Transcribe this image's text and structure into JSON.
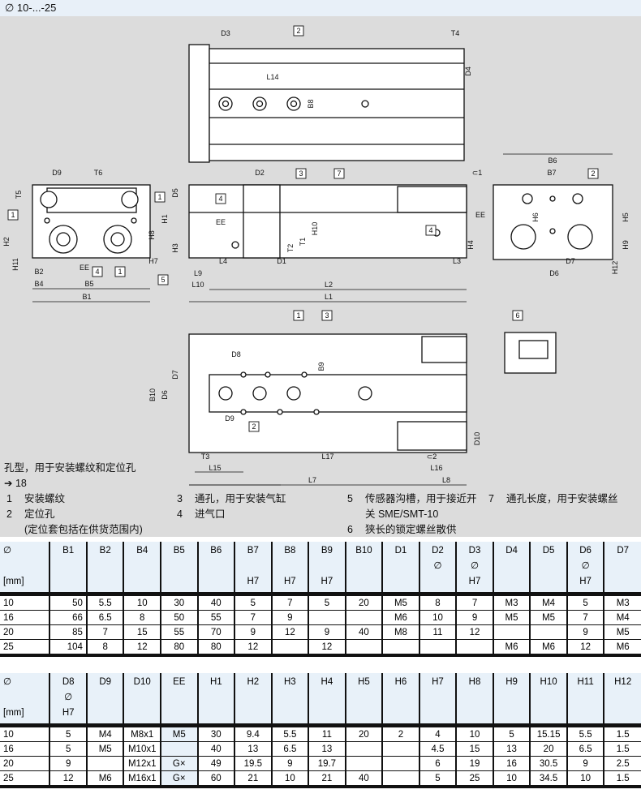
{
  "header": {
    "title": "∅ 10-...-25"
  },
  "drawing": {
    "dim_labels": [
      "D3",
      "T4",
      "D4",
      "L14",
      "B8",
      "D9",
      "T6",
      "T5",
      "H1",
      "H2",
      "H8",
      "H11",
      "H7",
      "B2",
      "EE",
      "B4",
      "B5",
      "B1",
      "D5",
      "D2",
      "⊂1",
      "EE",
      "H10",
      "T1",
      "T2",
      "H3",
      "EE",
      "H4",
      "L4",
      "D1",
      "L3",
      "L9",
      "L10",
      "L2",
      "L1",
      "B6",
      "B7",
      "H6",
      "H5",
      "H9",
      "D7",
      "H12",
      "D6",
      "D8",
      "B9",
      "D7",
      "B10",
      "D6",
      "D9",
      "D10",
      "T3",
      "L17",
      "⊂2",
      "L15",
      "L16",
      "L7",
      "L8"
    ],
    "callouts": [
      "2",
      "3",
      "7",
      "1",
      "1",
      "4",
      "4",
      "4",
      "1",
      "5",
      "2",
      "1",
      "3",
      "6",
      "2"
    ]
  },
  "hole_pattern": {
    "title": "孔型，用于安装螺纹和定位孔",
    "ref": "➔ 18"
  },
  "legend": [
    {
      "num": "1",
      "text": "安装螺纹"
    },
    {
      "num": "2",
      "text": "定位孔",
      "note": "(定位套包括在供货范围内)"
    },
    {
      "num": "3",
      "text": "通孔，用于安装气缸"
    },
    {
      "num": "4",
      "text": "进气口"
    },
    {
      "num": "5",
      "text": "传感器沟槽，用于接近开",
      "text2": "关 SME/SMT-10"
    },
    {
      "num": "6",
      "text": "狭长的锁定螺丝散供"
    },
    {
      "num": "7",
      "text": "通孔长度，用于安装螺丝"
    }
  ],
  "tables": [
    {
      "headers": [
        {
          "name": "∅",
          "sym": "",
          "tol": "[mm]"
        },
        {
          "name": "B1",
          "sym": "",
          "tol": ""
        },
        {
          "name": "B2",
          "sym": "",
          "tol": ""
        },
        {
          "name": "B4",
          "sym": "",
          "tol": ""
        },
        {
          "name": "B5",
          "sym": "",
          "tol": ""
        },
        {
          "name": "B6",
          "sym": "",
          "tol": ""
        },
        {
          "name": "B7",
          "sym": "",
          "tol": "H7"
        },
        {
          "name": "B8",
          "sym": "",
          "tol": "H7"
        },
        {
          "name": "B9",
          "sym": "",
          "tol": "H7"
        },
        {
          "name": "B10",
          "sym": "",
          "tol": ""
        },
        {
          "name": "D1",
          "sym": "",
          "tol": ""
        },
        {
          "name": "D2",
          "sym": "∅",
          "tol": ""
        },
        {
          "name": "D3",
          "sym": "∅",
          "tol": "H7"
        },
        {
          "name": "D4",
          "sym": "",
          "tol": ""
        },
        {
          "name": "D5",
          "sym": "",
          "tol": ""
        },
        {
          "name": "D6",
          "sym": "∅",
          "tol": "H7"
        },
        {
          "name": "D7",
          "sym": "",
          "tol": ""
        }
      ],
      "rows": [
        [
          "10",
          "50",
          "5.5",
          "10",
          "30",
          "40",
          "5",
          "7",
          "5",
          "20",
          "M5",
          "8",
          "7",
          "M3",
          "M4",
          "5",
          "M3"
        ],
        [
          "16",
          "66",
          "6.5",
          "8",
          "50",
          "55",
          "7",
          "9",
          "",
          "",
          "M6",
          "10",
          "9",
          "M5",
          "M5",
          "7",
          "M4"
        ],
        [
          "20",
          "85",
          "7",
          "15",
          "55",
          "70",
          "9",
          "12",
          "9",
          "40",
          "M8",
          "11",
          "12",
          "",
          "",
          "9",
          "M5"
        ],
        [
          "25",
          "104",
          "8",
          "12",
          "80",
          "80",
          "12",
          "",
          "12",
          "",
          "",
          "",
          "",
          "M6",
          "M6",
          "12",
          "M6"
        ]
      ]
    },
    {
      "headers": [
        {
          "name": "∅",
          "sym": "",
          "tol": "[mm]"
        },
        {
          "name": "D8",
          "sym": "∅",
          "tol": "H7"
        },
        {
          "name": "D9",
          "sym": "",
          "tol": ""
        },
        {
          "name": "D10",
          "sym": "",
          "tol": ""
        },
        {
          "name": "EE",
          "sym": "",
          "tol": ""
        },
        {
          "name": "H1",
          "sym": "",
          "tol": ""
        },
        {
          "name": "H2",
          "sym": "",
          "tol": ""
        },
        {
          "name": "H3",
          "sym": "",
          "tol": ""
        },
        {
          "name": "H4",
          "sym": "",
          "tol": ""
        },
        {
          "name": "H5",
          "sym": "",
          "tol": ""
        },
        {
          "name": "H6",
          "sym": "",
          "tol": ""
        },
        {
          "name": "H7",
          "sym": "",
          "tol": ""
        },
        {
          "name": "H8",
          "sym": "",
          "tol": ""
        },
        {
          "name": "H9",
          "sym": "",
          "tol": ""
        },
        {
          "name": "H10",
          "sym": "",
          "tol": ""
        },
        {
          "name": "H11",
          "sym": "",
          "tol": ""
        },
        {
          "name": "H12",
          "sym": "",
          "tol": ""
        }
      ],
      "rows": [
        [
          "10",
          "5",
          "M4",
          "M8x1",
          "M5",
          "30",
          "9.4",
          "5.5",
          "11",
          "20",
          "2",
          "4",
          "10",
          "5",
          "15.15",
          "5.5",
          "1.5"
        ],
        [
          "16",
          "5",
          "M5",
          "M10x1",
          "",
          "40",
          "13",
          "6.5",
          "13",
          "",
          "",
          "4.5",
          "15",
          "13",
          "20",
          "6.5",
          "1.5"
        ],
        [
          "20",
          "9",
          "",
          "M12x1",
          "G×",
          "49",
          "19.5",
          "9",
          "19.7",
          "",
          "",
          "6",
          "19",
          "16",
          "30.5",
          "9",
          "2.5"
        ],
        [
          "25",
          "12",
          "M6",
          "M16x1",
          "G×",
          "60",
          "21",
          "10",
          "21",
          "40",
          "",
          "5",
          "25",
          "10",
          "34.5",
          "10",
          "1.5"
        ]
      ]
    }
  ]
}
